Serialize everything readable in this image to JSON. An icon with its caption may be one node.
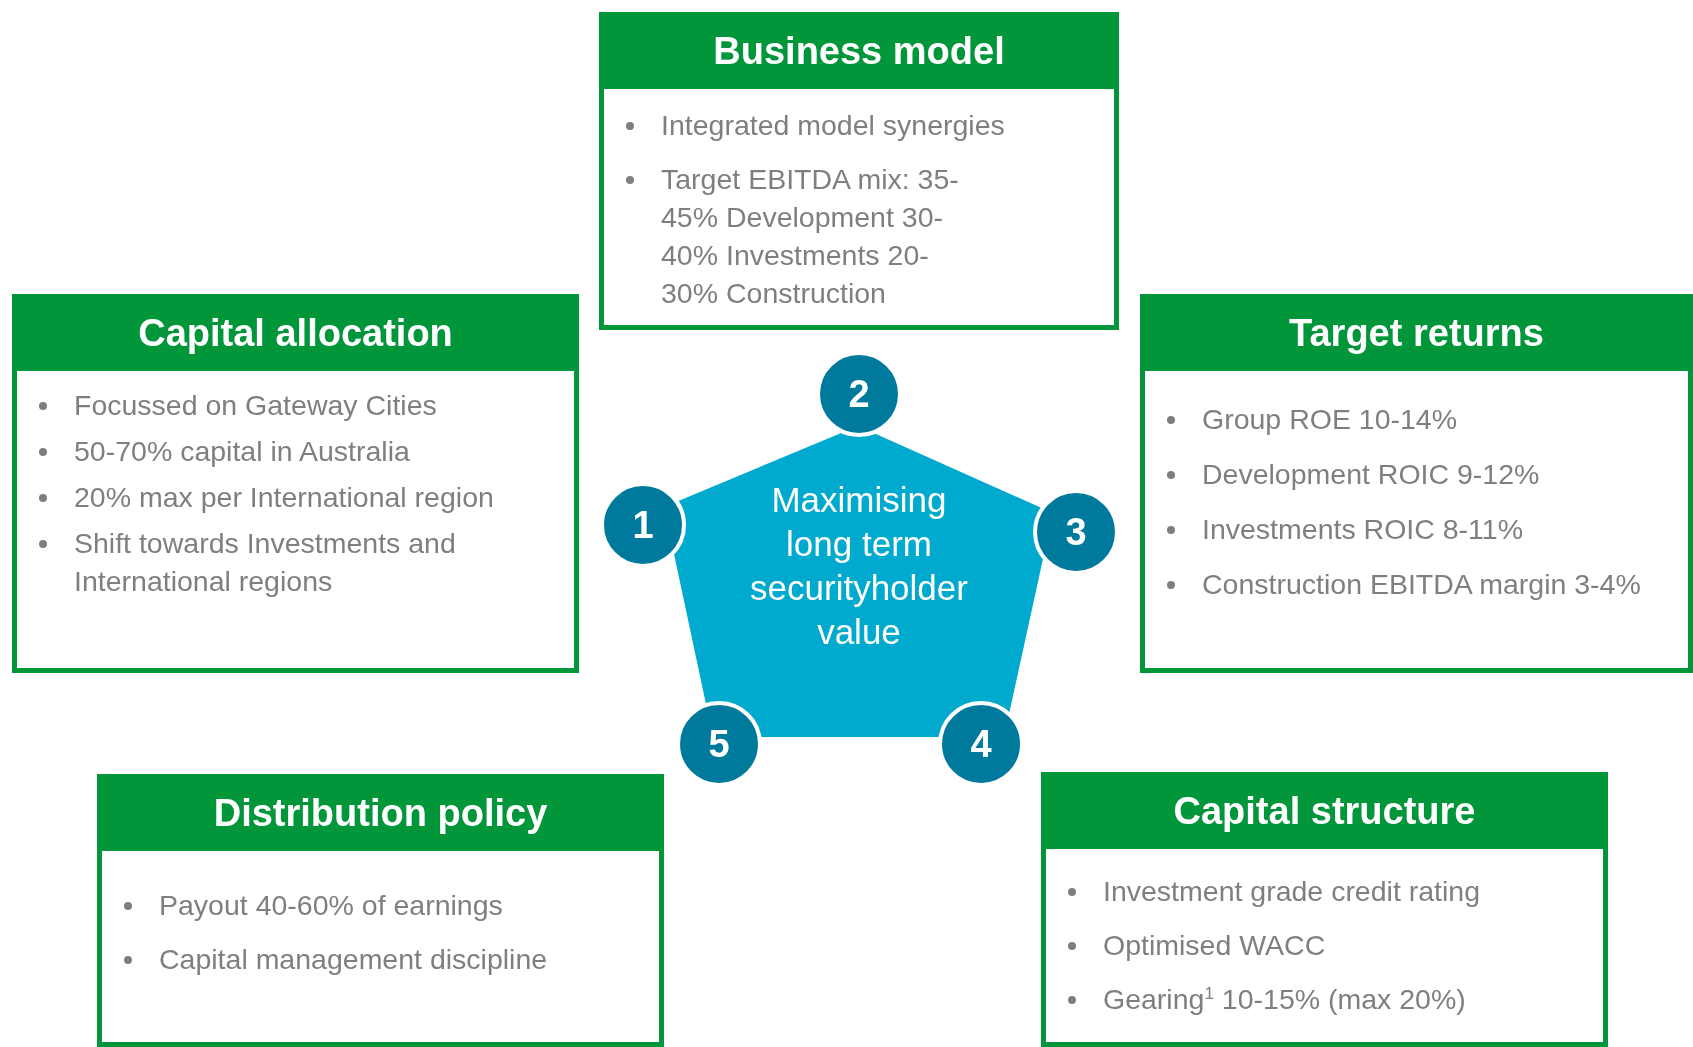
{
  "diagram": {
    "nodes": [
      {
        "text": [
          "Business model",
          "Integrated model synergies",
          "Target EBITDA mix: 35-45% Development 30-40% Investments 20-30% Construction"
        ]
      },
      {
        "text": [
          "Capital allocation",
          "Focussed on Gateway Cities",
          "50-70% capital in Australia",
          "20% max per International region",
          "Shift towards Investments and International regions"
        ]
      },
      {
        "text": [
          "Target returns",
          "Group ROE 10-14%",
          "Development ROIC 9-12%",
          "Investments ROIC 8-11%",
          "Construction EBITDA margin 3-4%"
        ]
      },
      {
        "text": [
          "Maximising long term securityholder value"
        ]
      },
      {
        "text": [
          "1"
        ]
      },
      {
        "text": [
          "2"
        ]
      },
      {
        "text": [
          "3"
        ]
      },
      {
        "text": [
          "5"
        ]
      },
      {
        "text": [
          "4"
        ]
      },
      {
        "text": [
          "Distribution policy",
          "Payout 40-60% of earnings",
          "Capital management discipline"
        ]
      },
      {
        "text": [
          "Capital structure",
          "Investment grade credit rating",
          "Optimised WACC",
          "Gearing$^{1}$ 10-15% (max 20%)"
        ]
      }
    ]
  }
}
